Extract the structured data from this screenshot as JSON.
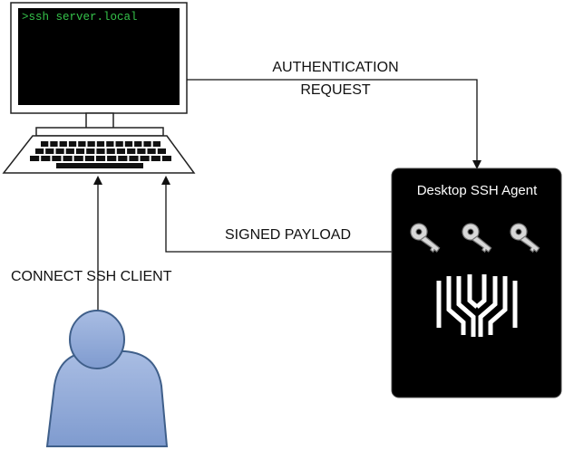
{
  "terminal": {
    "command": ">ssh server.local"
  },
  "agent": {
    "title": "Desktop SSH Agent"
  },
  "labels": {
    "auth_line1": "AUTHENTICATION",
    "auth_line2": "REQUEST",
    "signed_payload": "SIGNED PAYLOAD",
    "connect_client": "CONNECT SSH  CLIENT"
  },
  "colors": {
    "screen": "#000000",
    "monitor_frame": "#ffffff",
    "agent_box": "#000000",
    "person_fill": "#8ea8d6",
    "person_stroke": "#3f5f8a",
    "terminal_text": "#35c24a",
    "arrow": "#111111"
  },
  "icons": [
    "computer-icon",
    "keyboard-icon",
    "key-icon",
    "agent-logo-icon",
    "person-icon"
  ]
}
